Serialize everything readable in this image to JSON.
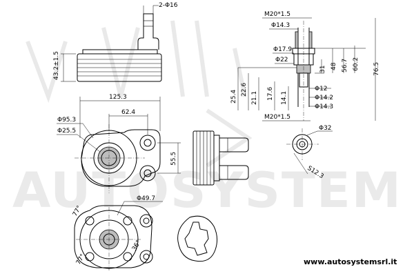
{
  "watermark": {
    "text": "AUTOSYSTEM"
  },
  "website": "www.autosystemsrl.it",
  "side_view": {
    "height_label": "43.2±1.5",
    "pipe_label": "2-Φ16"
  },
  "front_view": {
    "width_label": "125.3",
    "spacing_label": "62.4",
    "outer_diameter_label": "Φ95.3",
    "inner_diameter_label": "Φ25.5",
    "vertical_label": "55.5"
  },
  "bottom_view": {
    "diameter_label": "Φ49.7",
    "angle_a_label": "77°",
    "angle_b_label": "36°",
    "angle_c_label": "77°"
  },
  "section_view": {
    "thread_top_label": "M20*1.5",
    "d143_top_label": "Φ14.3",
    "d179_label": "Φ17.9",
    "d22_label": "Φ22",
    "d12_label": "Φ12",
    "d142_label": "Φ14.2",
    "d143_bottom_label": "Φ14.3",
    "thread_bottom_label": "M20*1.5",
    "v_labels": [
      "25.4",
      "22.6",
      "21.1",
      "17.6",
      "14.1",
      "31",
      "48",
      "56.7",
      "60.2",
      "76.5"
    ]
  },
  "end_view": {
    "diameter_label": "Φ32",
    "small_label": "S12.3"
  }
}
